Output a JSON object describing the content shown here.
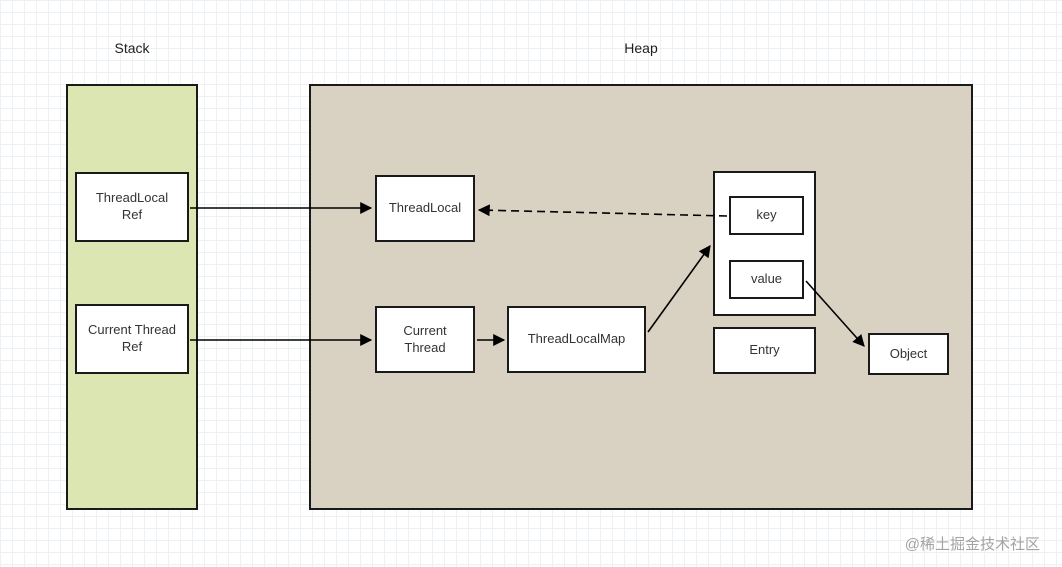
{
  "diagram": {
    "stack": {
      "title": "Stack",
      "fill": "#dbe6b2",
      "nodes": {
        "threadlocal_ref": "ThreadLocal\nRef",
        "current_thread_ref": "Current Thread\nRef"
      }
    },
    "heap": {
      "title": "Heap",
      "fill": "#d9d2c3",
      "nodes": {
        "threadlocal": "ThreadLocal",
        "current_thread": "Current\nThread",
        "threadlocalmap": "ThreadLocalMap",
        "key": "key",
        "value": "value",
        "entry": "Entry",
        "object": "Object"
      }
    },
    "edges": [
      {
        "from": "threadlocal_ref",
        "to": "threadlocal",
        "style": "solid"
      },
      {
        "from": "current_thread_ref",
        "to": "current_thread",
        "style": "solid"
      },
      {
        "from": "current_thread",
        "to": "threadlocalmap",
        "style": "solid"
      },
      {
        "from": "threadlocalmap",
        "to": "entry_container",
        "style": "solid"
      },
      {
        "from": "key",
        "to": "threadlocal",
        "style": "dashed"
      },
      {
        "from": "value",
        "to": "object",
        "style": "solid"
      }
    ],
    "node_border_color": "#1a1a1a",
    "arrow_color": "#000000"
  },
  "page": {
    "watermark": "@稀土掘金技术社区"
  }
}
